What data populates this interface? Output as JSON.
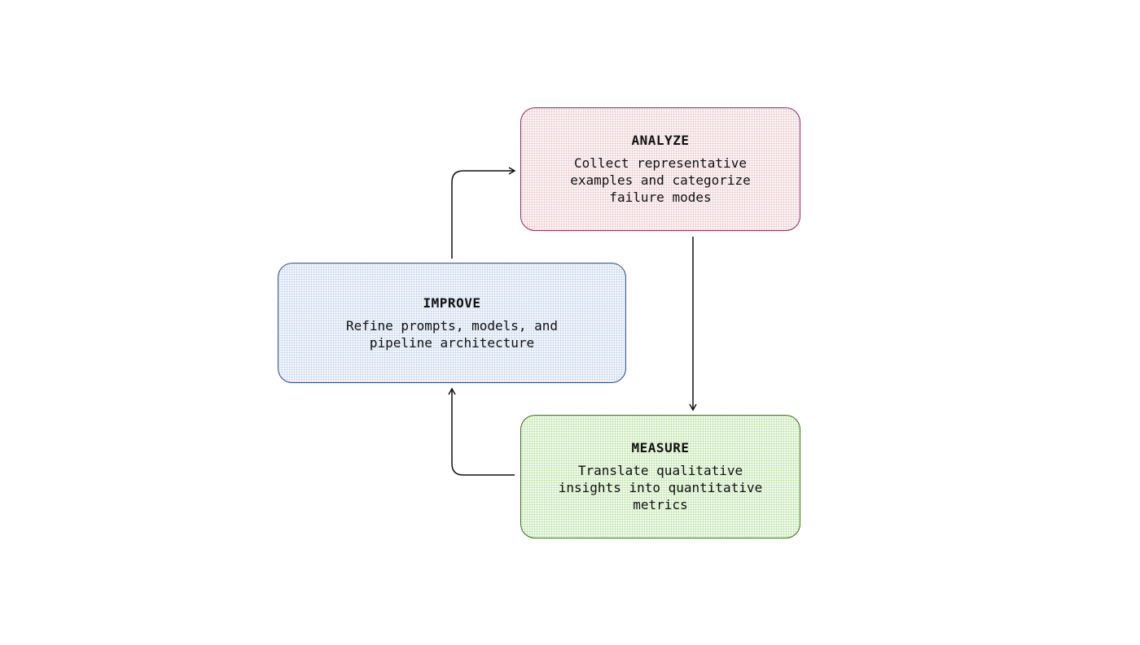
{
  "nodes": {
    "analyze": {
      "title": "ANALYZE",
      "description": "Collect representative\nexamples and categorize\nfailure modes",
      "border_color": "#8a2a6a"
    },
    "improve": {
      "title": "IMPROVE",
      "description": "Refine prompts, models, and\npipeline architecture",
      "border_color": "#2e4f8f"
    },
    "measure": {
      "title": "MEASURE",
      "description": "Translate qualitative\ninsights into quantitative\nmetrics",
      "border_color": "#3a6e1c"
    }
  },
  "edges": [
    {
      "from": "improve",
      "to": "analyze"
    },
    {
      "from": "analyze",
      "to": "measure"
    },
    {
      "from": "measure",
      "to": "improve"
    }
  ]
}
